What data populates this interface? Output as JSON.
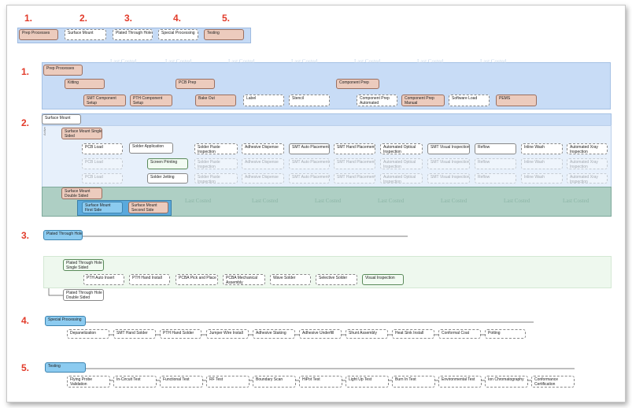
{
  "numbers": [
    "1.",
    "2.",
    "3.",
    "4.",
    "5."
  ],
  "overview": [
    "Prep Processes",
    "Surface Mount",
    "Plated Through Hole",
    "Special Processing",
    "Testing"
  ],
  "prep": {
    "title": "Prep Processes",
    "kitting": "Kitting",
    "pcb_prep": "PCB Prep",
    "component_prep": "Component Prep",
    "row": [
      [
        "SMT Component",
        "Setup"
      ],
      [
        "PTH Component",
        "Setup"
      ],
      [
        "Bake Out",
        ""
      ],
      [
        "Label",
        ""
      ],
      [
        "Stencil",
        ""
      ],
      [
        "Component Prep",
        "Automated"
      ],
      [
        "Component Prep",
        "Manual"
      ],
      [
        "Software Load",
        ""
      ],
      [
        "PEMS",
        ""
      ]
    ],
    "watermark": "Last Costed"
  },
  "smt": {
    "title": "Surface Mount",
    "single": [
      "Surface Mount Single",
      "Sided"
    ],
    "double": [
      "Surface Mount",
      "Double Sided"
    ],
    "first": [
      "Surface Mount",
      "First Side"
    ],
    "second": [
      "Surface Mount",
      "Second Side"
    ],
    "side_label": "Active",
    "solder_application": "Solder Application",
    "screen_printing": "Screen Printing",
    "solder_jetting": "Solder Jetting",
    "row": [
      [
        "PCB Load",
        ""
      ],
      [
        "Solder Paste",
        "Inspection"
      ],
      [
        "Adhesive Dispense",
        ""
      ],
      [
        "SMT Auto Placement",
        ""
      ],
      [
        "SMT Hand Placement",
        ""
      ],
      [
        "Automated Optical",
        "Inspection"
      ],
      [
        "SMT Visual Inspection",
        ""
      ],
      [
        "Reflow",
        ""
      ],
      [
        "Inline Wash",
        ""
      ],
      [
        "Automated Xray",
        "Inspection"
      ]
    ],
    "watermark": "Last Costed"
  },
  "pth": {
    "title": "Plated Through Hole",
    "single": [
      "Plated Through Hole",
      "Single Sided"
    ],
    "double": [
      "Plated Through Hole",
      "Double Sided"
    ],
    "row": [
      [
        "PTH Auto Insert",
        ""
      ],
      [
        "PTH Hand Install",
        ""
      ],
      [
        "PCBA Pick and Place",
        ""
      ],
      [
        "PCBA Mechanical",
        "Assembly"
      ],
      [
        "Wave Solder",
        ""
      ],
      [
        "Selective Solder",
        ""
      ],
      [
        "Visual Inspection",
        ""
      ]
    ]
  },
  "special": {
    "title": "Special Processing",
    "row": [
      "Depanelization",
      "SMT Hand Solder",
      "PTH Hand Solder",
      "Jumper Wire Install",
      "Adhesive Staking",
      "Adhesive Underfill",
      "Shunt Assembly",
      "Heat Sink Install",
      "Conformal Coat",
      "Potting"
    ]
  },
  "testing": {
    "title": "Testing",
    "row": [
      [
        "Flying Probe",
        "Validation"
      ],
      [
        "In-Circuit Test",
        ""
      ],
      [
        "Functional Test",
        ""
      ],
      [
        "RF Test",
        ""
      ],
      [
        "Boundary Scan",
        ""
      ],
      [
        "HiPot Test",
        ""
      ],
      [
        "Light Up Test",
        ""
      ],
      [
        "Burn In Test",
        ""
      ],
      [
        "Environmental Test",
        ""
      ],
      [
        "Ion Chromatography",
        ""
      ],
      [
        "Conformance",
        "Certification"
      ]
    ]
  }
}
